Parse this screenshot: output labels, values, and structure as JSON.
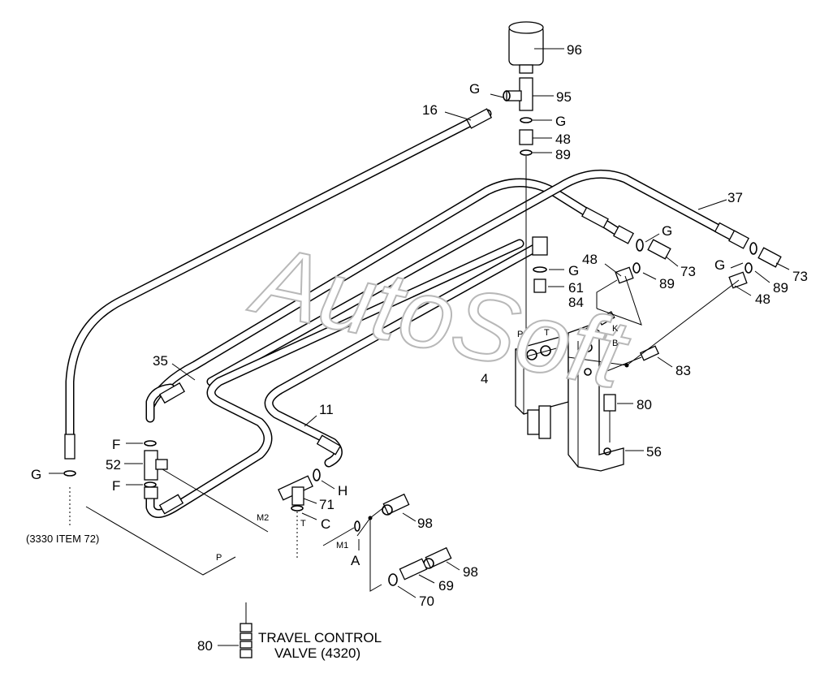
{
  "watermark": "AutoSoft",
  "labels": {
    "l96": "96",
    "l95": "95",
    "lG1": "G",
    "lG2": "G",
    "l48a": "48",
    "l89a": "89",
    "l16": "16",
    "l37": "37",
    "lG3": "G",
    "l73a": "73",
    "l48b": "48",
    "lG4": "G",
    "l89b": "89",
    "l61": "61",
    "l84": "84",
    "lG5": "G",
    "l73b": "73",
    "l89c": "89",
    "l48c": "48",
    "l83": "83",
    "l4": "4",
    "l80a": "80",
    "l56": "56",
    "l35": "35",
    "l11": "11",
    "lF1": "F",
    "l52": "52",
    "lF2": "F",
    "lG6": "G",
    "lH": "H",
    "l71": "71",
    "lC": "C",
    "l98a": "98",
    "lA": "A",
    "l98b": "98",
    "l69": "69",
    "l70": "70",
    "l80b": "80"
  },
  "port_labels": {
    "P1": "P",
    "T1": "T",
    "K": "K",
    "B": "B",
    "M2": "M2",
    "T2": "T",
    "M1": "M1",
    "P2": "P"
  },
  "notes": {
    "ref_3330": "(3330 ITEM 72)",
    "travel_line1": "TRAVEL CONTROL",
    "travel_line2": "VALVE (4320)"
  }
}
